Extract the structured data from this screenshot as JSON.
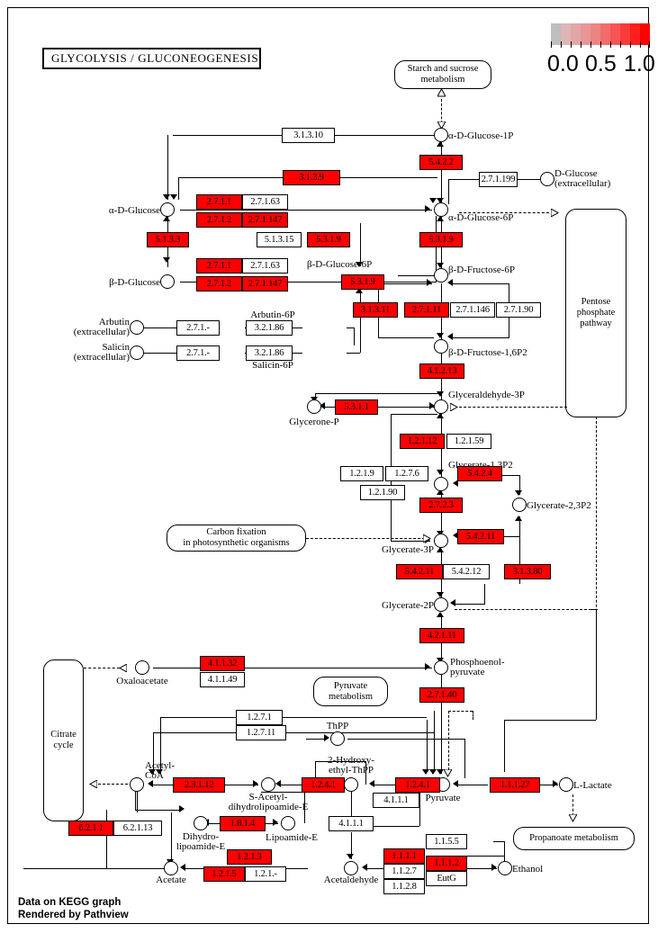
{
  "page": {
    "title": "GLYCOLYSIS / GLUCONEOGENESIS",
    "footer_line1": "Data on KEGG graph",
    "footer_line2": "Rendered by Pathview",
    "bg": "#ffffff",
    "highlight_color": "#ff0000",
    "node_fill": "#ffffff",
    "line_color": "#000000"
  },
  "legend": {
    "labels": [
      "0.0",
      "0.5",
      "1.0"
    ],
    "low_color": "#bebebe",
    "high_color": "#ff0000",
    "cells": [
      "#bebebe",
      "#d9b4b4",
      "#e0a3a3",
      "#e89494",
      "#ef8080",
      "#f46a6a",
      "#f85252",
      "#fb3838",
      "#fd1d1d",
      "#ff0000"
    ]
  },
  "map_nodes": [
    {
      "id": "starch",
      "label": "Starch and sucrose\nmetabolism"
    },
    {
      "id": "pentose",
      "label": "Pentose\nphosphate\npathway"
    },
    {
      "id": "carbonfix",
      "label": "Carbon fixation\nin photosynthetic organisms"
    },
    {
      "id": "citrate",
      "label": "Citrate\ncycle"
    },
    {
      "id": "pyrmet",
      "label": "Pyruvate\nmetabolism"
    },
    {
      "id": "propanoate",
      "label": "Propanoate metabolism"
    }
  ],
  "compounds": [
    {
      "id": "aGlc1P",
      "label": "α-D-Glucose-1P"
    },
    {
      "id": "aGlc",
      "label": "α-D-Glucose"
    },
    {
      "id": "aGlc6P",
      "label": "α-D-Glucose-6P"
    },
    {
      "id": "DGlcEx",
      "label": "D-Glucose\n(extracellular)"
    },
    {
      "id": "bGlc",
      "label": "β-D-Glucose"
    },
    {
      "id": "bGlc6P",
      "label": "β-D-Glucose-6P"
    },
    {
      "id": "bFru6P",
      "label": "β-D-Fructose-6P"
    },
    {
      "id": "bFru16P2",
      "label": "β-D-Fructose-1,6P2"
    },
    {
      "id": "ArbutinEx",
      "label": "Arbutin\n(extracellular)"
    },
    {
      "id": "Arbutin6P",
      "label": "Arbutin-6P"
    },
    {
      "id": "SalicinEx",
      "label": "Salicin\n(extracellular)"
    },
    {
      "id": "Salicin6P",
      "label": "Salicin-6P"
    },
    {
      "id": "GAP",
      "label": "Glyceraldehyde-3P"
    },
    {
      "id": "GlyceroneP",
      "label": "Glycerone-P"
    },
    {
      "id": "Gly13P2",
      "label": "Glycerate-1,3P2"
    },
    {
      "id": "Gly23P2",
      "label": "Glycerate-2,3P2"
    },
    {
      "id": "Gly3P",
      "label": "Glycerate-3P"
    },
    {
      "id": "Gly2P",
      "label": "Glycerate-2P"
    },
    {
      "id": "PEP",
      "label": "Phosphoenol-\npyruvate"
    },
    {
      "id": "OAA",
      "label": "Oxaloacetate"
    },
    {
      "id": "AcCoA",
      "label": "Acetyl-\nCoA"
    },
    {
      "id": "SAcDHL",
      "label": "S-Acetyl-\ndihydrolipoamide-E"
    },
    {
      "id": "DHL",
      "label": "Dihydro-\nlipoamide-E"
    },
    {
      "id": "LipE",
      "label": "Lipoamide-E"
    },
    {
      "id": "ThPP",
      "label": "ThPP"
    },
    {
      "id": "HEThPP",
      "label": "2-Hydroxy-\nethyl-ThPP"
    },
    {
      "id": "Pyruvate",
      "label": "Pyruvate"
    },
    {
      "id": "LLactate",
      "label": "L-Lactate"
    },
    {
      "id": "Acetate",
      "label": "Acetate"
    },
    {
      "id": "Acetaldehyde",
      "label": "Acetaldehyde"
    },
    {
      "id": "Ethanol",
      "label": "Ethanol"
    }
  ],
  "enzymes": [
    {
      "id": "e_3_1_3_10",
      "label": "3.1.3.10",
      "highlighted": false
    },
    {
      "id": "e_3_1_3_9",
      "label": "3.1.3.9",
      "highlighted": true
    },
    {
      "id": "e_5_4_2_2",
      "label": "5.4.2.2",
      "highlighted": true
    },
    {
      "id": "e_2_7_1_199",
      "label": "2.7.1.199",
      "highlighted": false
    },
    {
      "id": "e_2_7_1_1a",
      "label": "2.7.1.1",
      "highlighted": true
    },
    {
      "id": "e_2_7_1_63a",
      "label": "2.7.1.63",
      "highlighted": false
    },
    {
      "id": "e_2_7_1_2a",
      "label": "2.7.1.2",
      "highlighted": true
    },
    {
      "id": "e_2_7_1_147a",
      "label": "2.7.1.147",
      "highlighted": true
    },
    {
      "id": "e_5_1_3_3",
      "label": "5.1.3.3",
      "highlighted": true
    },
    {
      "id": "e_5_1_3_15",
      "label": "5.1.3.15",
      "highlighted": false
    },
    {
      "id": "e_5_3_1_9a",
      "label": "5.3.1.9",
      "highlighted": true
    },
    {
      "id": "e_5_3_1_9b",
      "label": "5.3.1.9",
      "highlighted": true
    },
    {
      "id": "e_2_7_1_1b",
      "label": "2.7.1.1",
      "highlighted": true
    },
    {
      "id": "e_2_7_1_63b",
      "label": "2.7.1.63",
      "highlighted": false
    },
    {
      "id": "e_2_7_1_2b",
      "label": "2.7.1.2",
      "highlighted": true
    },
    {
      "id": "e_2_7_1_147b",
      "label": "2.7.1.147",
      "highlighted": true
    },
    {
      "id": "e_5_3_1_9c",
      "label": "5.3.1.9",
      "highlighted": true
    },
    {
      "id": "e_3_1_3_11",
      "label": "3.1.3.11",
      "highlighted": true
    },
    {
      "id": "e_2_7_1_11",
      "label": "2.7.1.11",
      "highlighted": true
    },
    {
      "id": "e_2_7_1_146",
      "label": "2.7.1.146",
      "highlighted": false
    },
    {
      "id": "e_2_7_1_90",
      "label": "2.7.1.90",
      "highlighted": false
    },
    {
      "id": "e_2_7_1_dash",
      "label": "2.7.1.-",
      "highlighted": false
    },
    {
      "id": "e_2_7_1_dash2",
      "label": "2.7.1.-",
      "highlighted": false
    },
    {
      "id": "e_3_2_1_86a",
      "label": "3.2.1.86",
      "highlighted": false
    },
    {
      "id": "e_3_2_1_86b",
      "label": "3.2.1.86",
      "highlighted": false
    },
    {
      "id": "e_4_1_2_13",
      "label": "4.1.2.13",
      "highlighted": true
    },
    {
      "id": "e_5_3_1_1",
      "label": "5.3.1.1",
      "highlighted": true
    },
    {
      "id": "e_1_2_1_12",
      "label": "1.2.1.12",
      "highlighted": true
    },
    {
      "id": "e_1_2_1_59",
      "label": "1.2.1.59",
      "highlighted": false
    },
    {
      "id": "e_1_2_1_9",
      "label": "1.2.1.9",
      "highlighted": false
    },
    {
      "id": "e_1_2_7_6",
      "label": "1.2.7.6",
      "highlighted": false
    },
    {
      "id": "e_1_2_1_90",
      "label": "1.2.1.90",
      "highlighted": false
    },
    {
      "id": "e_5_4_2_4",
      "label": "5.4.2.4",
      "highlighted": true
    },
    {
      "id": "e_2_7_2_3",
      "label": "2.7.2.3",
      "highlighted": true
    },
    {
      "id": "e_5_4_2_11a",
      "label": "5.4.2.11",
      "highlighted": true
    },
    {
      "id": "e_5_4_2_11b",
      "label": "5.4.2.11",
      "highlighted": true
    },
    {
      "id": "e_5_4_2_12",
      "label": "5.4.2.12",
      "highlighted": false
    },
    {
      "id": "e_3_1_3_80",
      "label": "3.1.3.80",
      "highlighted": true
    },
    {
      "id": "e_4_2_1_11",
      "label": "4.2.1.11",
      "highlighted": true
    },
    {
      "id": "e_4_1_1_32",
      "label": "4.1.1.32",
      "highlighted": true
    },
    {
      "id": "e_4_1_1_49",
      "label": "4.1.1.49",
      "highlighted": false
    },
    {
      "id": "e_2_7_1_40",
      "label": "2.7.1.40",
      "highlighted": true
    },
    {
      "id": "e_1_2_7_1",
      "label": "1.2.7.1",
      "highlighted": false
    },
    {
      "id": "e_1_2_7_11",
      "label": "1.2.7.11",
      "highlighted": false
    },
    {
      "id": "e_2_3_1_12",
      "label": "2.3.1.12",
      "highlighted": true
    },
    {
      "id": "e_1_2_4_1a",
      "label": "1.2.4.1",
      "highlighted": true
    },
    {
      "id": "e_1_2_4_1b",
      "label": "1.2.4.1",
      "highlighted": true
    },
    {
      "id": "e_4_1_1_1a",
      "label": "4.1.1.1",
      "highlighted": false
    },
    {
      "id": "e_1_8_1_4",
      "label": "1.8.1.4",
      "highlighted": true
    },
    {
      "id": "e_4_1_1_1b",
      "label": "4.1.1.1",
      "highlighted": false
    },
    {
      "id": "e_6_2_1_1",
      "label": "6.2.1.1",
      "highlighted": true
    },
    {
      "id": "e_6_2_1_13",
      "label": "6.2.1.13",
      "highlighted": false
    },
    {
      "id": "e_1_2_1_3",
      "label": "1.2.1.3",
      "highlighted": true
    },
    {
      "id": "e_1_2_1_5",
      "label": "1.2.1.5",
      "highlighted": true
    },
    {
      "id": "e_1_2_1_dash",
      "label": "1.2.1.-",
      "highlighted": false
    },
    {
      "id": "e_1_1_1_27",
      "label": "1.1.1.27",
      "highlighted": true
    },
    {
      "id": "e_1_1_5_5",
      "label": "1.1.5.5",
      "highlighted": false
    },
    {
      "id": "e_1_1_1_1",
      "label": "1.1.1.1",
      "highlighted": true
    },
    {
      "id": "e_1_1_1_2",
      "label": "1.1.1.2",
      "highlighted": true
    },
    {
      "id": "e_1_1_2_7",
      "label": "1.1.2.7",
      "highlighted": false
    },
    {
      "id": "e_EutG",
      "label": "EutG",
      "highlighted": false
    },
    {
      "id": "e_1_1_2_8",
      "label": "1.1.2.8",
      "highlighted": false
    }
  ]
}
